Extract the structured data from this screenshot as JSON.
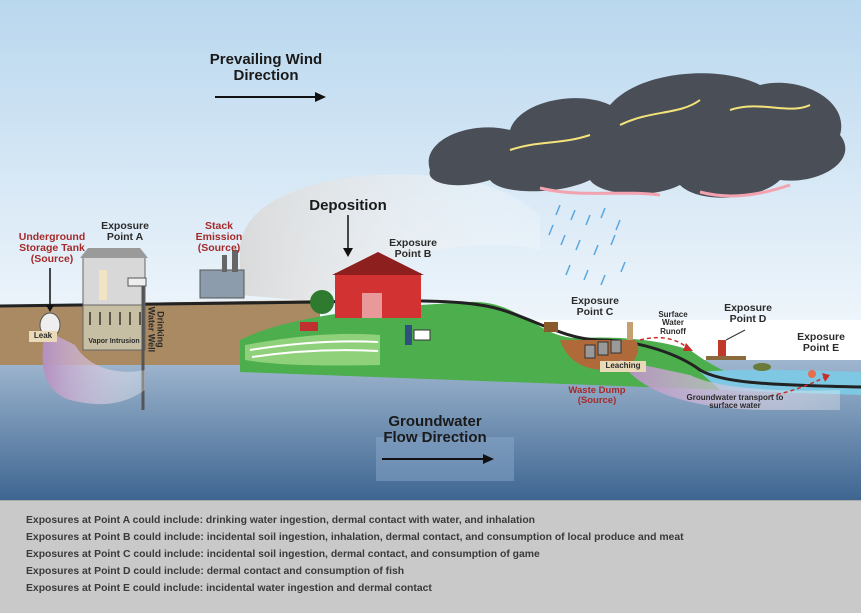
{
  "labels": {
    "wind": [
      "Prevailing Wind",
      "Direction"
    ],
    "deposition": "Deposition",
    "groundwater": [
      "Groundwater",
      "Flow Direction"
    ],
    "ust": [
      "Underground",
      "Storage Tank",
      "(Source)"
    ],
    "point_a": [
      "Exposure",
      "Point A"
    ],
    "stack": [
      "Stack",
      "Emission",
      "(Source)"
    ],
    "point_b": [
      "Exposure",
      "Point B"
    ],
    "point_c": [
      "Exposure",
      "Point C"
    ],
    "runoff": [
      "Surface",
      "Water",
      "Runoff"
    ],
    "point_d": [
      "Exposure",
      "Point D"
    ],
    "point_e": [
      "Exposure",
      "Point E"
    ],
    "leak": "Leak",
    "vapor": "Vapor Intrusion",
    "well": [
      "Drinking",
      "Water Well"
    ],
    "leaching": "Leaching",
    "waste_dump": [
      "Waste Dump",
      "(Source)"
    ],
    "gw_transport": [
      "Groundwater transport to",
      "surface water"
    ]
  },
  "legend": [
    "Exposures at Point A could include: drinking water ingestion, dermal contact with water, and inhalation",
    "Exposures at Point B could include: incidental soil ingestion, inhalation, dermal contact, and consumption of local produce and meat",
    "Exposures at Point C could include: incidental soil ingestion, dermal contact, and consumption of game",
    "Exposures at Point D could include: dermal contact and consumption of fish",
    "Exposures at Point E could include: incidental water ingestion and dermal contact"
  ],
  "colors": {
    "sky_top": "#b9d7ee",
    "sky_bottom": "#e6f1fa",
    "soil": "#a98a62",
    "groundwater": "#6f8fb5",
    "grass": "#4cae4c",
    "barn": "#d33232",
    "cloud": "#4a4e57",
    "plume": "#d8c3dc",
    "label_red": "#a52a2a",
    "legend_bg": "#c9c9c9"
  }
}
